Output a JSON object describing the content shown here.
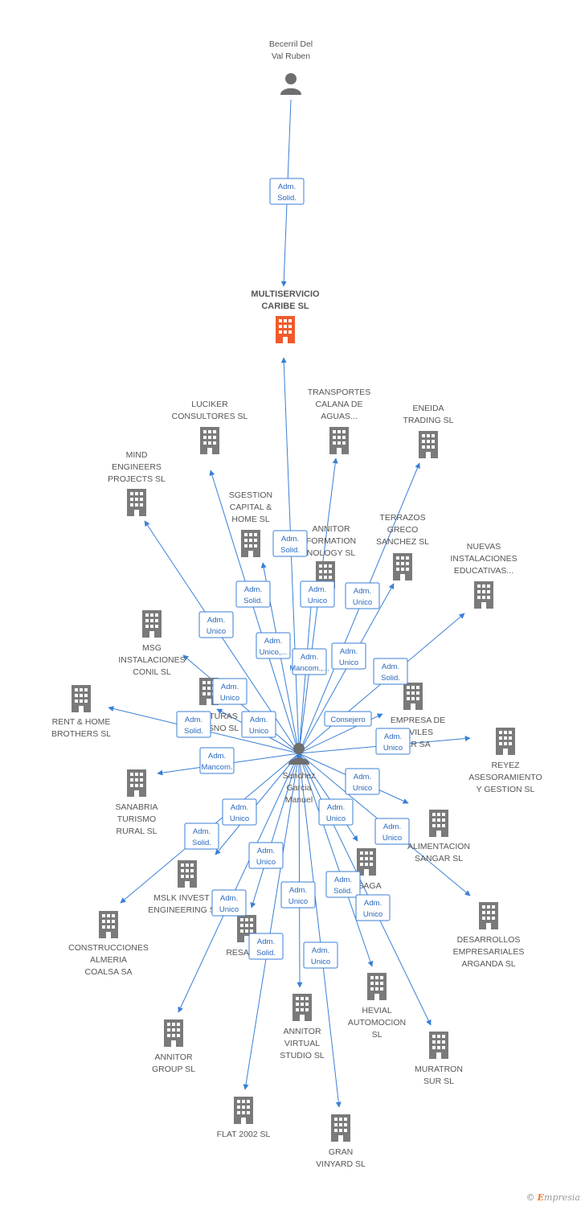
{
  "colors": {
    "edge": "#3a7fd5",
    "company": "#7a7a7a",
    "focus": "#f15a2b",
    "person": "#6e6e6e",
    "role_text": "#2a68bd"
  },
  "nodes": [
    {
      "id": "becerril",
      "kind": "person",
      "lines": [
        "Becerril Del",
        "Val Ruben"
      ]
    },
    {
      "id": "multiservicio",
      "kind": "focus",
      "lines": [
        "MULTISERVICIO",
        "CARIBE SL"
      ]
    },
    {
      "id": "sanchez",
      "kind": "person",
      "lines": [
        "Sanchez",
        "Garcia",
        "Manuel"
      ]
    },
    {
      "id": "luciker",
      "kind": "company",
      "lines": [
        "LUCIKER",
        "CONSULTORES SL"
      ]
    },
    {
      "id": "transportes",
      "kind": "company",
      "lines": [
        "TRANSPORTES",
        "CALANA DE",
        "AGUAS..."
      ]
    },
    {
      "id": "eneida",
      "kind": "company",
      "lines": [
        "ENEIDA",
        "TRADING SL"
      ]
    },
    {
      "id": "mind",
      "kind": "company",
      "lines": [
        "MIND",
        "ENGINEERS",
        "PROJECTS SL"
      ]
    },
    {
      "id": "sgestion",
      "kind": "company",
      "lines": [
        "SGESTION",
        "CAPITAL &",
        "HOME SL"
      ]
    },
    {
      "id": "annitor_info",
      "kind": "company",
      "lines": [
        "ANNITOR",
        "FORMATION",
        "NOLOGY SL"
      ]
    },
    {
      "id": "terrazos",
      "kind": "company",
      "lines": [
        "TERRAZOS",
        "GRECO",
        "SANCHEZ SL"
      ]
    },
    {
      "id": "nuevas",
      "kind": "company",
      "lines": [
        "NUEVAS",
        "INSTALACIONES",
        "EDUCATIVAS..."
      ]
    },
    {
      "id": "msg",
      "kind": "company",
      "lines": [
        "MSG",
        "INSTALACIONES",
        "CONIL  SL"
      ]
    },
    {
      "id": "aventuras",
      "kind": "company",
      "lines": [
        "TURAS",
        "SNO SL"
      ]
    },
    {
      "id": "empresa_moviles",
      "kind": "company",
      "lines": [
        "EMPRESA DE",
        "OVILES",
        "AR SA"
      ]
    },
    {
      "id": "rent",
      "kind": "company",
      "lines": [
        "RENT & HOME",
        "BROTHERS SL"
      ]
    },
    {
      "id": "reyez",
      "kind": "company",
      "lines": [
        "REYEZ",
        "ASESORAMIENTO",
        "Y GESTION SL"
      ]
    },
    {
      "id": "sanabria",
      "kind": "company",
      "lines": [
        "SANABRIA",
        "TURISMO",
        "RURAL SL"
      ]
    },
    {
      "id": "alimentacion",
      "kind": "company",
      "lines": [
        "ALIMENTACION",
        "SANGAR  SL"
      ]
    },
    {
      "id": "mslk",
      "kind": "company",
      "lines": [
        "MSLK INVEST",
        "ENGINEERING  S"
      ]
    },
    {
      "id": "saga",
      "kind": "company",
      "lines": [
        "SAGA",
        "SL"
      ]
    },
    {
      "id": "desarrollos",
      "kind": "company",
      "lines": [
        "DESARROLLOS",
        "EMPRESARIALES",
        "ARGANDA SL"
      ]
    },
    {
      "id": "construcciones",
      "kind": "company",
      "lines": [
        "CONSTRUCCIONES",
        "ALMERIA",
        "COALSA SA"
      ]
    },
    {
      "id": "resam",
      "kind": "company",
      "lines": [
        "RESAM"
      ]
    },
    {
      "id": "hevial",
      "kind": "company",
      "lines": [
        "HEVIAL",
        "AUTOMOCION",
        "SL"
      ]
    },
    {
      "id": "annitor_virtual",
      "kind": "company",
      "lines": [
        "ANNITOR",
        "VIRTUAL",
        "STUDIO SL"
      ]
    },
    {
      "id": "annitor_group",
      "kind": "company",
      "lines": [
        "ANNITOR",
        "GROUP SL"
      ]
    },
    {
      "id": "muratron",
      "kind": "company",
      "lines": [
        "MURATRON",
        "SUR SL"
      ]
    },
    {
      "id": "flat",
      "kind": "company",
      "lines": [
        "FLAT 2002 SL"
      ]
    },
    {
      "id": "gran",
      "kind": "company",
      "lines": [
        "GRAN",
        "VINYARD SL"
      ]
    }
  ],
  "edges": [
    {
      "from": "becerril",
      "to": "multiservicio",
      "role": [
        "Adm.",
        "Solid."
      ]
    },
    {
      "from": "sanchez",
      "to": "multiservicio",
      "role": [
        "Adm.",
        "Solid."
      ]
    },
    {
      "from": "sanchez",
      "to": "luciker",
      "role": [
        "Adm.",
        "Solid."
      ]
    },
    {
      "from": "sanchez",
      "to": "mind",
      "role": [
        "Adm.",
        "Unico"
      ]
    },
    {
      "from": "sanchez",
      "to": "transportes",
      "role": [
        "Adm.",
        "Unico"
      ]
    },
    {
      "from": "sanchez",
      "to": "eneida",
      "role": [
        "Adm.",
        "Unico"
      ]
    },
    {
      "from": "sanchez",
      "to": "sgestion",
      "role": [
        "Adm.",
        "Unico,..."
      ]
    },
    {
      "from": "sanchez",
      "to": "annitor_info",
      "role": [
        "Adm.",
        "Mancom.,..."
      ]
    },
    {
      "from": "sanchez",
      "to": "terrazos",
      "role": [
        "Adm.",
        "Unico"
      ]
    },
    {
      "from": "sanchez",
      "to": "nuevas",
      "role": [
        "Adm.",
        "Solid."
      ]
    },
    {
      "from": "sanchez",
      "to": "msg",
      "role": [
        "Adm.",
        "Unico"
      ]
    },
    {
      "from": "sanchez",
      "to": "aventuras",
      "role": [
        "Adm.",
        "Unico"
      ]
    },
    {
      "from": "sanchez",
      "to": "rent",
      "role": [
        "Adm.",
        "Solid."
      ]
    },
    {
      "from": "sanchez",
      "to": "empresa_moviles",
      "role": [
        "Consejero"
      ]
    },
    {
      "from": "sanchez",
      "to": "reyez",
      "role": [
        "Adm.",
        "Unico"
      ]
    },
    {
      "from": "sanchez",
      "to": "sanabria",
      "role": [
        "Adm.",
        "Mancom."
      ]
    },
    {
      "from": "sanchez",
      "to": "alimentacion",
      "role": [
        "Adm.",
        "Unico"
      ]
    },
    {
      "from": "sanchez",
      "to": "mslk",
      "role": [
        "Adm.",
        "Unico"
      ]
    },
    {
      "from": "sanchez",
      "to": "construcciones",
      "role": [
        "Adm.",
        "Solid."
      ]
    },
    {
      "from": "sanchez",
      "to": "desarrollos",
      "role": [
        "Adm.",
        "Unico"
      ]
    },
    {
      "from": "sanchez",
      "to": "saga",
      "role": [
        "Adm.",
        "Unico"
      ]
    },
    {
      "from": "sanchez",
      "to": "resam",
      "role": [
        "Adm.",
        "Unico"
      ]
    },
    {
      "from": "sanchez",
      "to": "annitor_group",
      "role": [
        "Adm.",
        "Unico"
      ]
    },
    {
      "from": "sanchez",
      "to": "flat",
      "role": [
        "Adm.",
        "Solid."
      ]
    },
    {
      "from": "sanchez",
      "to": "annitor_virtual",
      "role": [
        "Adm.",
        "Unico"
      ]
    },
    {
      "from": "sanchez",
      "to": "gran",
      "role": [
        "Adm.",
        "Unico"
      ]
    },
    {
      "from": "sanchez",
      "to": "hevial",
      "role": [
        "Adm.",
        "Solid."
      ]
    },
    {
      "from": "sanchez",
      "to": "muratron",
      "role": [
        "Adm.",
        "Unico"
      ]
    }
  ],
  "footer": {
    "copyright": "©",
    "brand_initial": "E",
    "brand_rest": "mpresia"
  }
}
